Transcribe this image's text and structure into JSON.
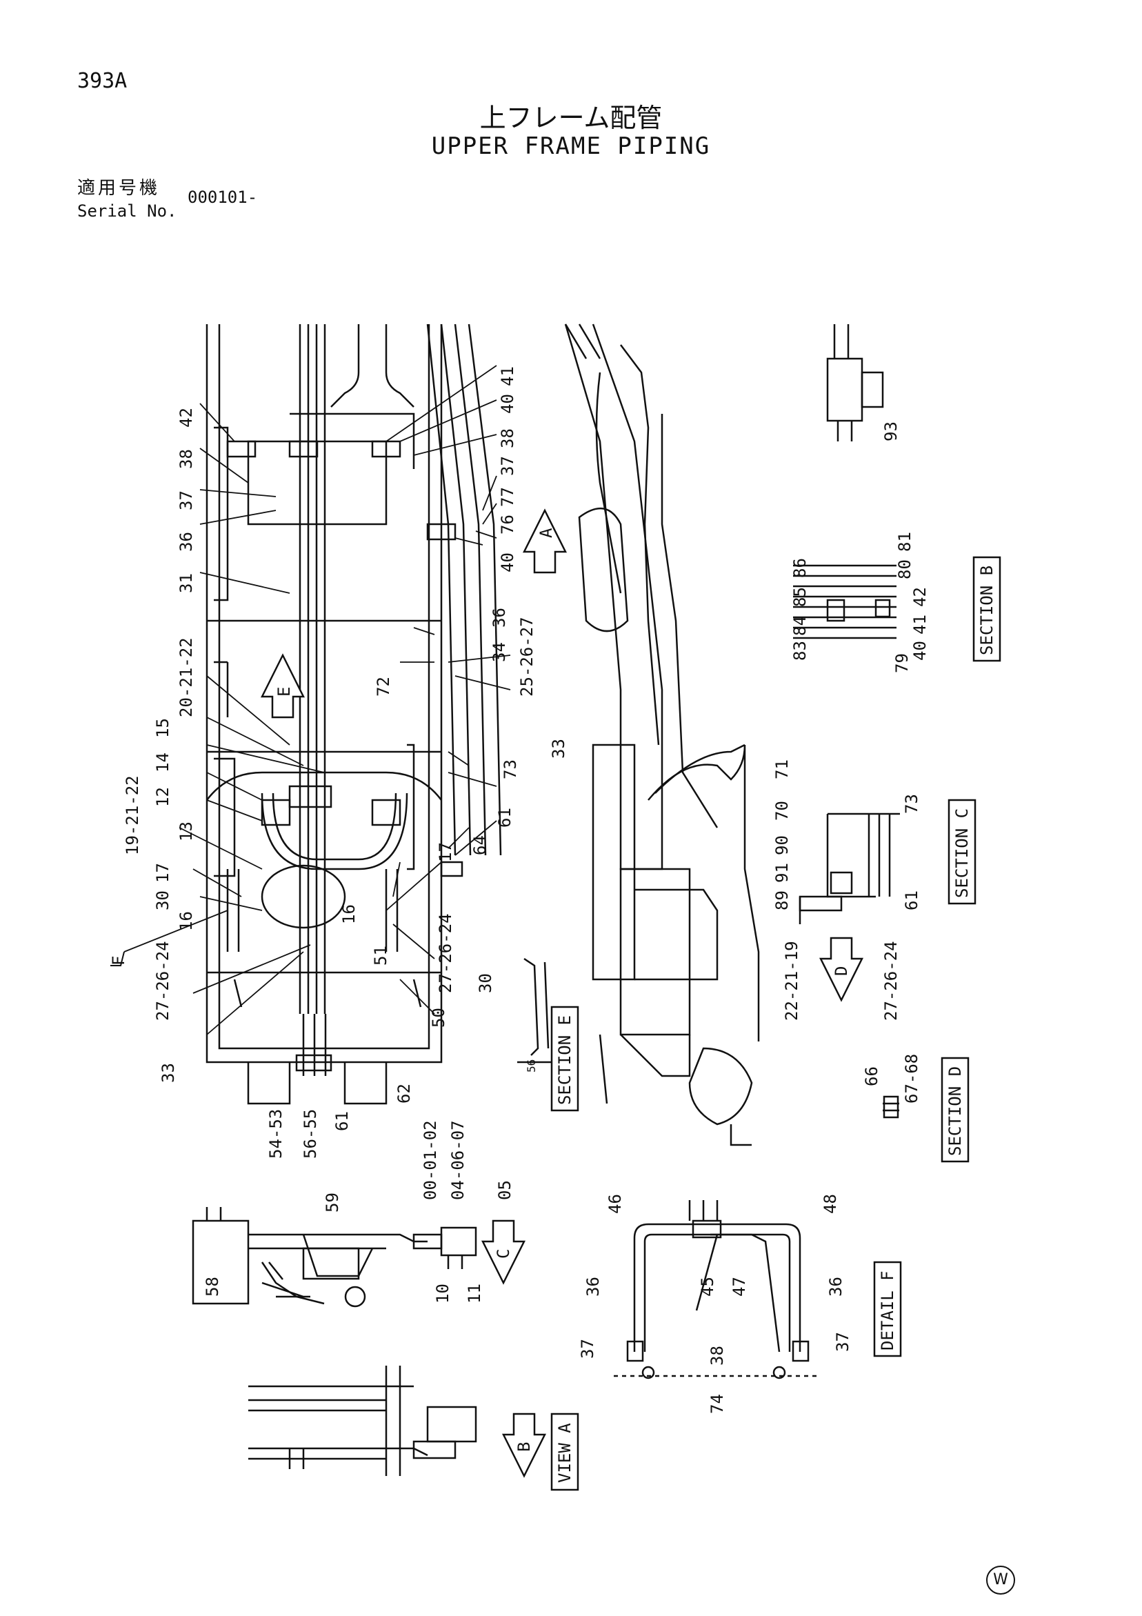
{
  "header": {
    "page_id": "393A",
    "title_jp": "上フレーム配管",
    "title_en": "UPPER FRAME PIPING",
    "serial_label_jp": "適用号機",
    "serial_label_en": "Serial No.",
    "serial_value": "000101-"
  },
  "sections": {
    "section_b": "SECTION B",
    "section_c": "SECTION C",
    "section_d": "SECTION D",
    "section_e": "SECTION E",
    "detail_f": "DETAIL F",
    "view_a": "VIEW A"
  },
  "view_arrows": {
    "a": "A",
    "b": "B",
    "c": "C",
    "d": "D",
    "e": "E",
    "f": "F"
  },
  "part_labels": {
    "main": [
      "42",
      "38",
      "37",
      "36",
      "31",
      "20-21-22",
      "15",
      "14",
      "12",
      "13",
      "19-21-22",
      "17",
      "30",
      "16",
      "27-26-24",
      "33",
      "54-53",
      "56-55",
      "61",
      "62",
      "50",
      "51",
      "16",
      "27-26-24",
      "17",
      "64",
      "61",
      "73",
      "72",
      "34",
      "25-26-27",
      "36",
      "40",
      "76",
      "77",
      "37",
      "38",
      "40",
      "41"
    ],
    "section_e": [
      "33",
      "30",
      "56"
    ],
    "section_b": [
      "86",
      "85",
      "84",
      "83",
      "81",
      "80",
      "42",
      "41",
      "40",
      "79"
    ],
    "top_right": [
      "93"
    ],
    "section_c": [
      "71",
      "70",
      "90",
      "91",
      "89",
      "73",
      "61",
      "22-21-19",
      "27-26-24"
    ],
    "section_d": [
      "66",
      "67-68"
    ],
    "view_c": [
      "00-01-02",
      "04-06-07",
      "05",
      "59",
      "58",
      "10",
      "11"
    ],
    "detail_f": [
      "46",
      "48",
      "45",
      "47",
      "36",
      "37",
      "38",
      "74",
      "36",
      "37"
    ]
  },
  "footer": {
    "mark": "W"
  }
}
